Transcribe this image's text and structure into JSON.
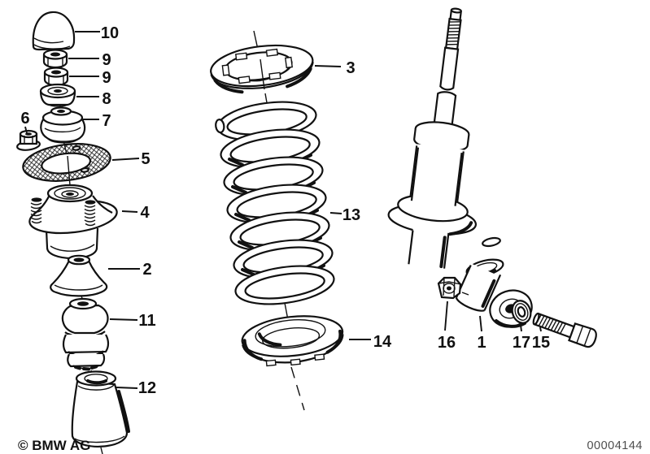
{
  "diagram": {
    "copyright": "© BMW AG",
    "doc_number": "00004144",
    "colors": {
      "line": "#111111",
      "background": "#ffffff",
      "doc_number_color": "#4d4d4d"
    },
    "callouts": {
      "cap": "10",
      "nut_upper": "9",
      "nut_lower": "9",
      "cup_washer": "8",
      "support_bearing": "7",
      "flange_nut": "6",
      "gasket": "5",
      "strut_mount": "4",
      "rubber_ring": "2",
      "bump_stop": "11",
      "boot": "12",
      "upper_pad": "3",
      "coil_spring": "13",
      "lower_pad": "14",
      "eye_nut": "16",
      "shock": "1",
      "washer": "17",
      "bolt": "15"
    }
  }
}
